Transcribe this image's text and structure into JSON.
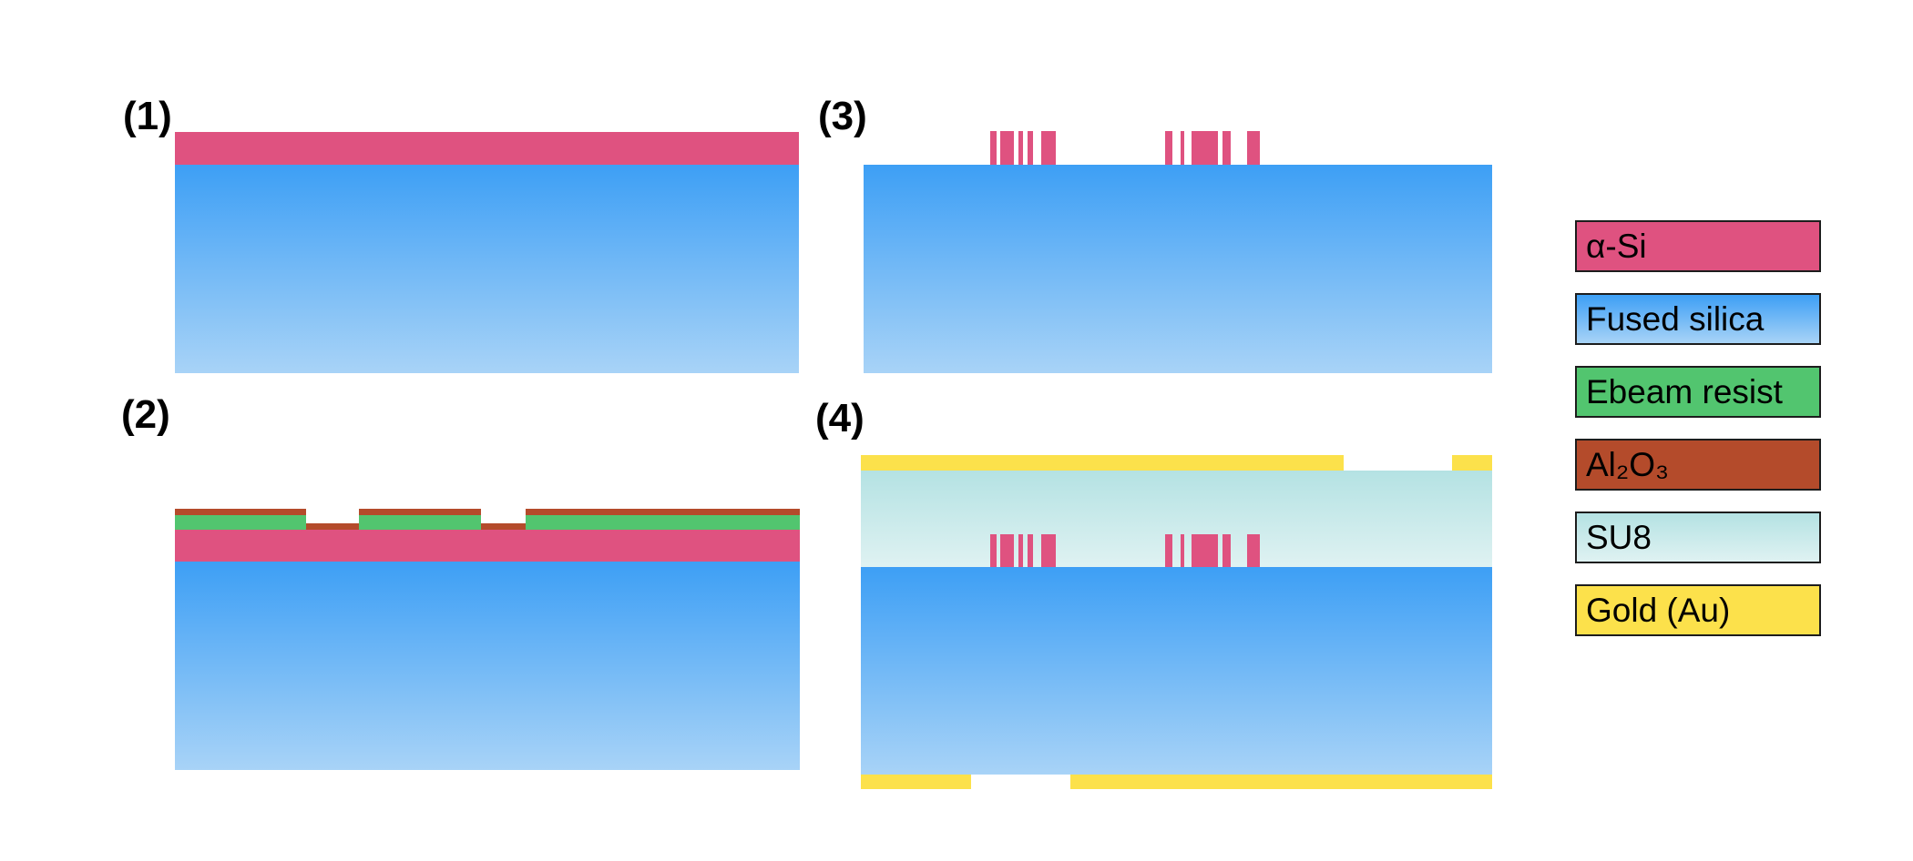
{
  "canvas": {
    "background": "#FFFFFF"
  },
  "panels": [
    {
      "label": "(1)"
    },
    {
      "label": "(2)"
    },
    {
      "label": "(3)"
    },
    {
      "label": "(4)"
    }
  ],
  "legend": {
    "items": [
      {
        "key": "asi",
        "label": "α-Si",
        "color": "#DF5280"
      },
      {
        "key": "fused_silica",
        "label": "Fused silica",
        "color_top": "#3D9FF5",
        "color_bottom": "#A8D3F7"
      },
      {
        "key": "ebeam_resist",
        "label": "Ebeam resist",
        "color": "#52C56F"
      },
      {
        "key": "al2o3",
        "label": "Al₂O₃",
        "color": "#B44B2B"
      },
      {
        "key": "su8",
        "label": "SU8",
        "color_top": "#B4E2E3",
        "color_bottom": "#DFF2F2"
      },
      {
        "key": "gold",
        "label": "Gold (Au)",
        "color": "#FCE14B"
      }
    ]
  }
}
